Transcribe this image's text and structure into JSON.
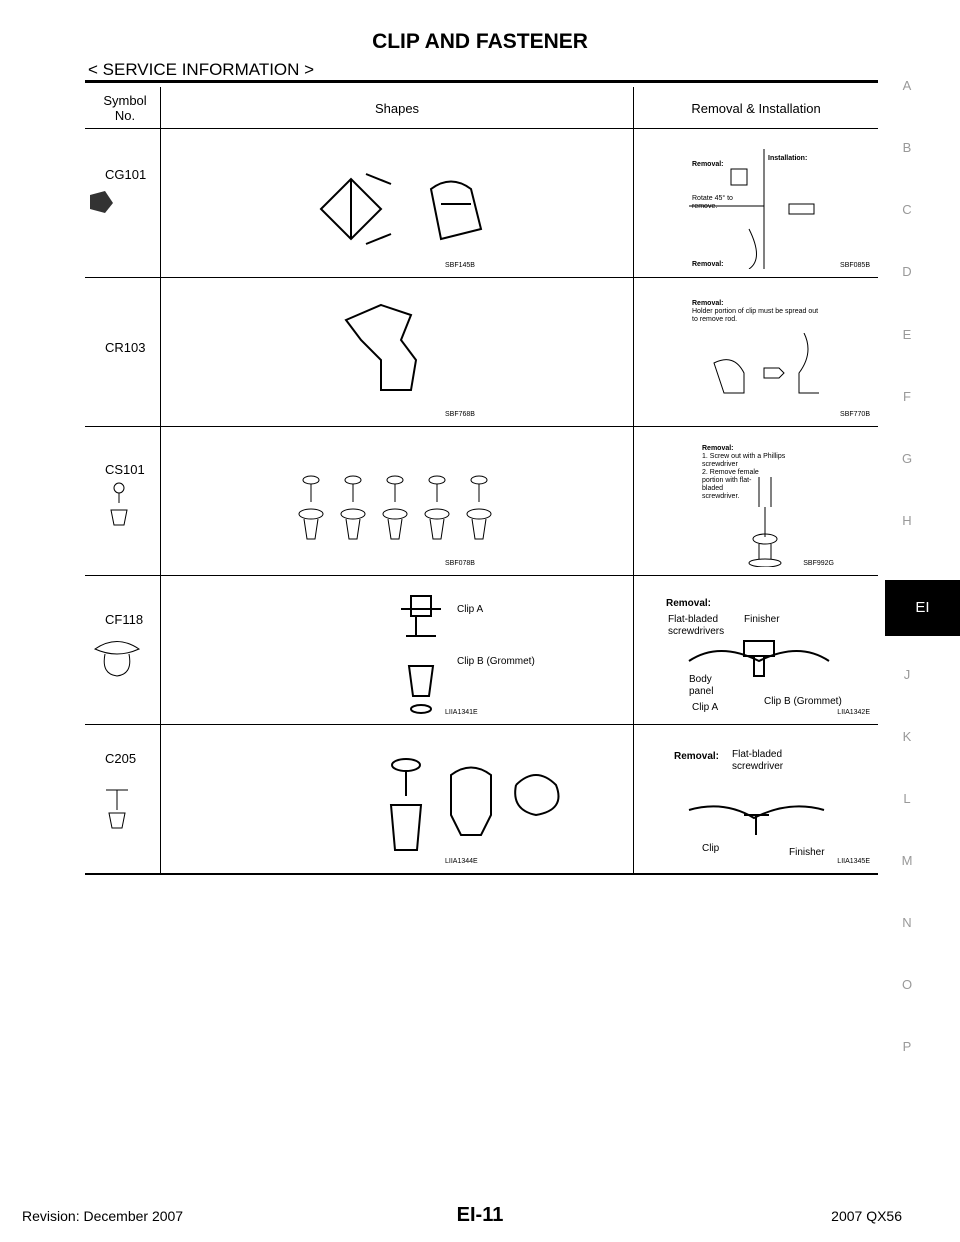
{
  "header": {
    "title": "CLIP AND FASTENER",
    "section": "< SERVICE INFORMATION >"
  },
  "table": {
    "headers": [
      "Symbol No.",
      "Shapes",
      "Removal & Installation"
    ],
    "rows": [
      {
        "symbol": "CG101",
        "shape_code": "SBF145B",
        "removal_code": "SBF085B",
        "removal_labels": [
          "Removal:",
          "Installation:",
          "Rotate 45° to remove.",
          "Removal:"
        ]
      },
      {
        "symbol": "CR103",
        "shape_code": "SBF768B",
        "removal_code": "SBF770B",
        "removal_labels": [
          "Removal:",
          "Holder portion of clip must be spread out to remove rod."
        ]
      },
      {
        "symbol": "CS101",
        "shape_code": "SBF078B",
        "removal_code": "SBF992G",
        "removal_labels": [
          "Removal:",
          "1. Screw out with a Phillips screwdriver",
          "2. Remove female portion with flat-bladed screwdriver."
        ]
      },
      {
        "symbol": "CF118",
        "shape_code": "LIIA1341E",
        "removal_code": "LIIA1342E",
        "shape_labels": [
          "Clip A",
          "Clip B (Grommet)"
        ],
        "removal_labels": [
          "Removal:",
          "Flat-bladed screwdrivers",
          "Finisher",
          "Body panel",
          "Clip A",
          "Clip B (Grommet)"
        ]
      },
      {
        "symbol": "C205",
        "shape_code": "LIIA1344E",
        "removal_code": "LIIA1345E",
        "removal_labels": [
          "Removal:",
          "Flat-bladed screwdriver",
          "Clip",
          "Finisher"
        ]
      }
    ]
  },
  "side_index": [
    "A",
    "B",
    "C",
    "D",
    "E",
    "F",
    "G",
    "H",
    "EI",
    "J",
    "K",
    "L",
    "M",
    "N",
    "O",
    "P"
  ],
  "active_index": "EI",
  "footer": {
    "revision": "Revision: December 2007",
    "page": "EI-11",
    "model": "2007 QX56"
  }
}
